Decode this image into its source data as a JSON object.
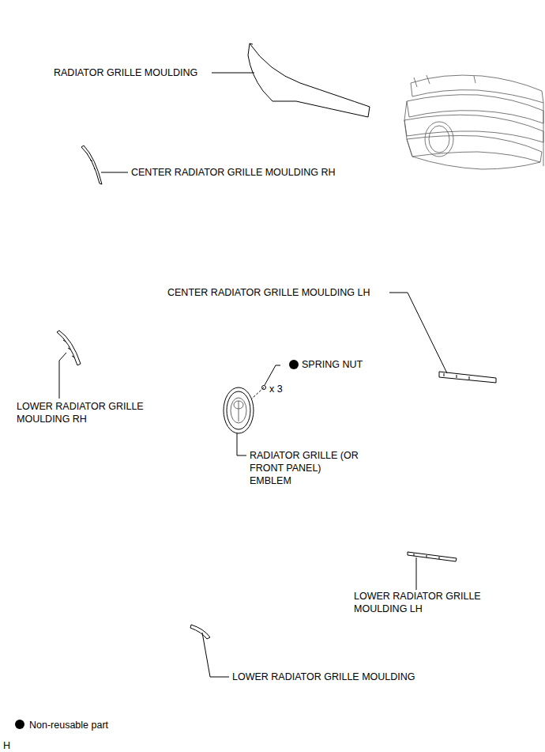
{
  "diagram": {
    "labels": [
      "RADIATOR GRILLE MOULDING",
      "CENTER RADIATOR GRILLE MOULDING RH",
      "CENTER RADIATOR GRILLE MOULDING LH",
      "LOWER RADIATOR GRILLE MOULDING RH",
      "SPRING NUT",
      "x 3",
      "RADIATOR GRILLE (OR FRONT PANEL) EMBLEM",
      "LOWER RADIATOR GRILLE MOULDING LH",
      "LOWER RADIATOR GRILLE MOULDING",
      "H"
    ],
    "legend": [
      {
        "text": "Non-reusable part",
        "color": "#000000"
      }
    ]
  }
}
